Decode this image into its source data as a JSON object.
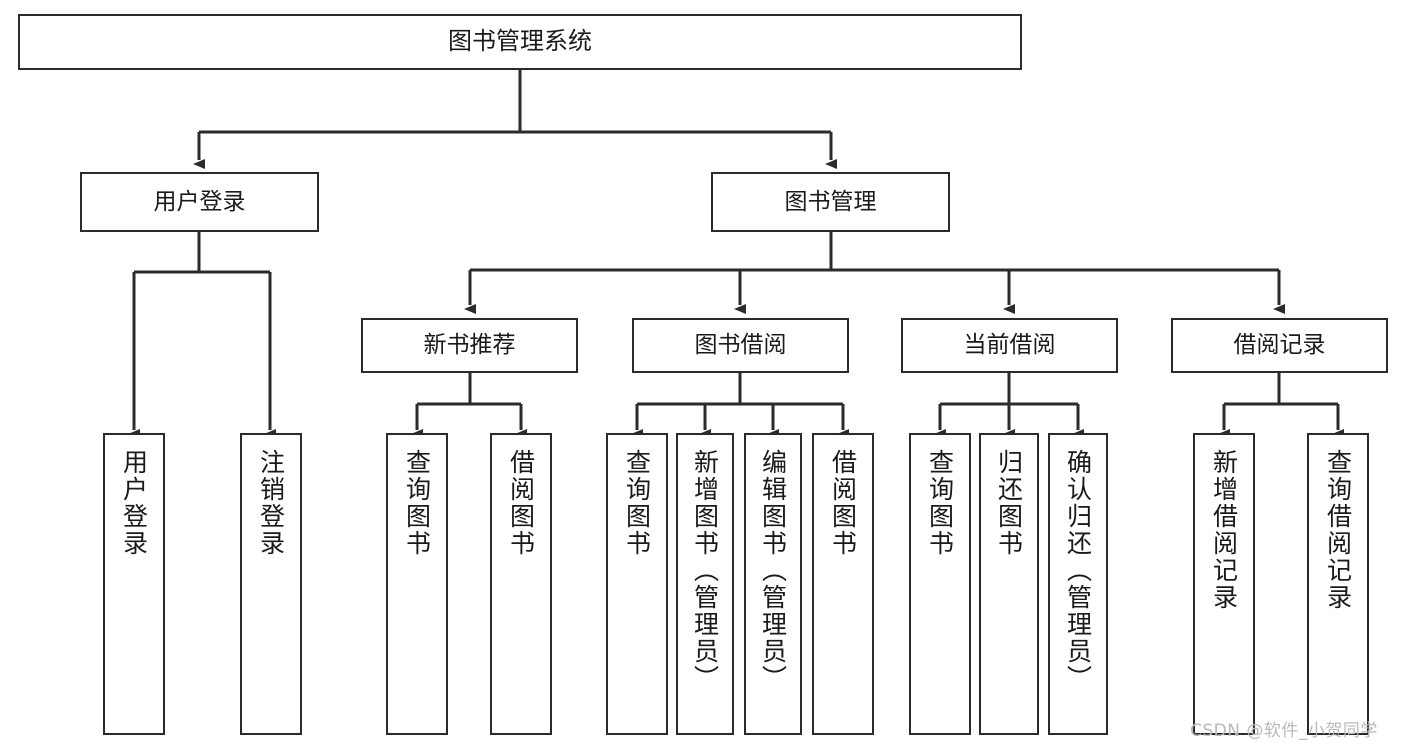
{
  "diagram": {
    "type": "tree",
    "title": "图书管理系统",
    "watermark": "CSDN @软件_小贺同学",
    "colors": {
      "box_border": "#2b2b2b",
      "box_fill": "#ffffff",
      "edge": "#2b2b2b",
      "text": "#1a1a1a",
      "watermark": "#b9b9b9",
      "background": "#ffffff"
    },
    "nodes": {
      "root": {
        "label": "图书管理系统"
      },
      "level1": [
        {
          "id": "user-login",
          "label": "用户登录"
        },
        {
          "id": "book-management",
          "label": "图书管理"
        }
      ],
      "level2": [
        {
          "id": "new-book-recommend",
          "label": "新书推荐"
        },
        {
          "id": "book-borrow",
          "label": "图书借阅"
        },
        {
          "id": "current-borrow",
          "label": "当前借阅"
        },
        {
          "id": "borrow-record",
          "label": "借阅记录"
        }
      ],
      "leaves": {
        "user-login": [
          {
            "id": "user-login-leaf",
            "label": "用户登录"
          },
          {
            "id": "logout-leaf",
            "label": "注销登录"
          }
        ],
        "new-book-recommend": [
          {
            "id": "query-book-1",
            "label": "查询图书"
          },
          {
            "id": "borrow-book-1",
            "label": "借阅图书"
          }
        ],
        "book-borrow": [
          {
            "id": "query-book-2",
            "label": "查询图书"
          },
          {
            "id": "add-book",
            "label": "新增图书（管理员）"
          },
          {
            "id": "edit-book",
            "label": "编辑图书（管理员）"
          },
          {
            "id": "borrow-book-2",
            "label": "借阅图书"
          }
        ],
        "current-borrow": [
          {
            "id": "query-book-3",
            "label": "查询图书"
          },
          {
            "id": "return-book",
            "label": "归还图书"
          },
          {
            "id": "confirm-return",
            "label": "确认归还（管理员）"
          }
        ],
        "borrow-record": [
          {
            "id": "add-borrow-record",
            "label": "新增借阅记录"
          },
          {
            "id": "query-borrow-record",
            "label": "查询借阅记录"
          }
        ]
      }
    }
  }
}
